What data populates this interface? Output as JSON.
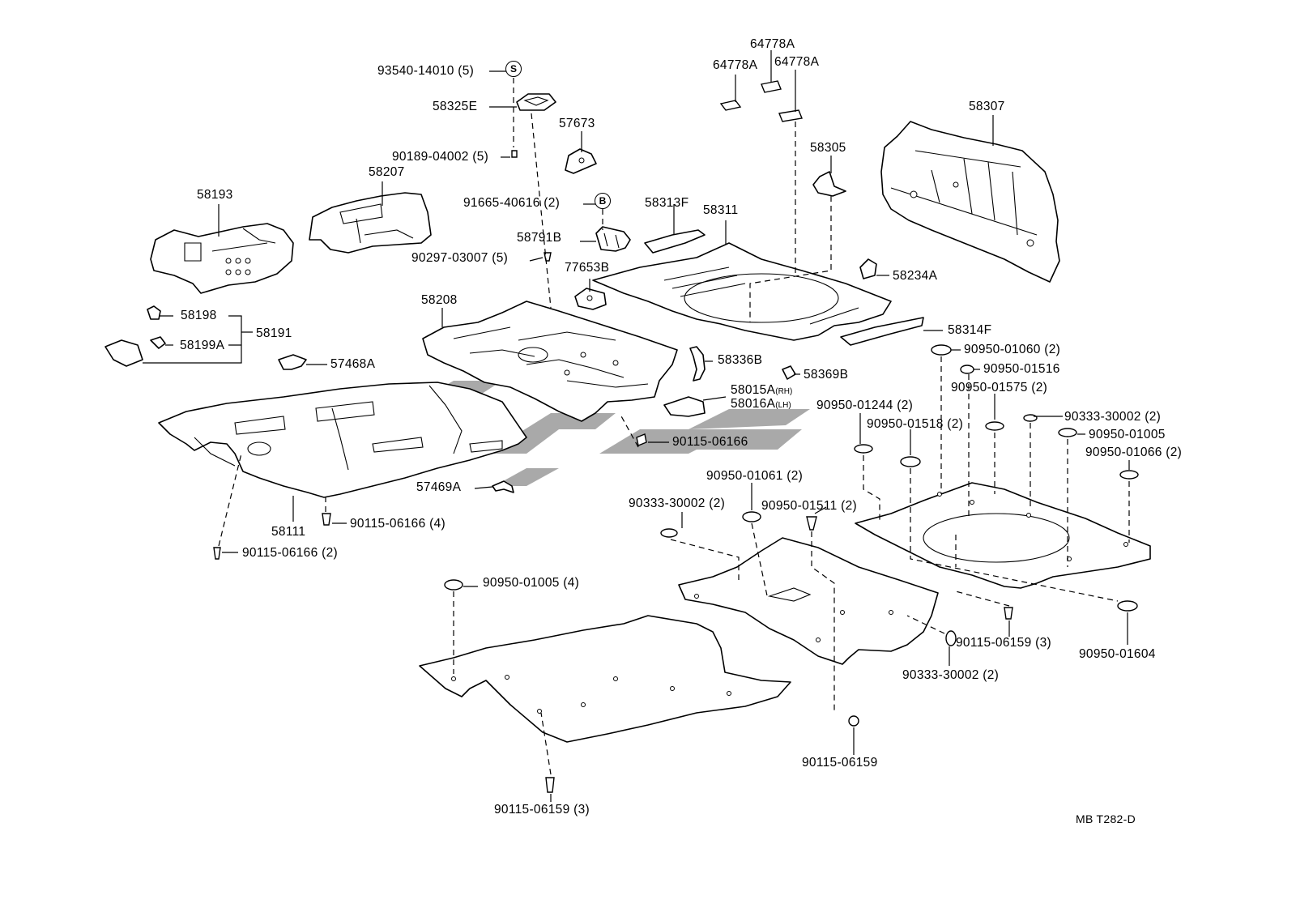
{
  "labels": {
    "p93540": "93540-14010 (5)",
    "p58325E": "58325E",
    "p57673": "57673",
    "p90189": "90189-04002 (5)",
    "p58207": "58207",
    "p58193": "58193",
    "p91665": "91665-40616 (2)",
    "p58791B": "58791B",
    "p90297": "90297-03007 (5)",
    "p77653B": "77653B",
    "p58208": "58208",
    "p58198": "58198",
    "p58199A": "58199A",
    "p58191": "58191",
    "p57468A": "57468A",
    "p58336B": "58336B",
    "p58369B": "58369B",
    "p58015A": "58015A",
    "p58015A_side": "(RH)",
    "p58016A": "58016A",
    "p58016A_side": "(LH)",
    "p90115_06166_a": "90115-06166",
    "p57469A": "57469A",
    "p58111": "58111",
    "p90115_06166_4": "90115-06166 (4)",
    "p90115_06166_2": "90115-06166 (2)",
    "p64778A_top": "64778A",
    "p64778A_left": "64778A",
    "p64778A_right": "64778A",
    "p58307": "58307",
    "p58305": "58305",
    "p58313F": "58313F",
    "p58311": "58311",
    "p58234A": "58234A",
    "p58314F": "58314F",
    "p90950_01060": "90950-01060 (2)",
    "p90950_01516": "90950-01516",
    "p90950_01575": "90950-01575 (2)",
    "p90950_01244": "90950-01244 (2)",
    "p90950_01518": "90950-01518 (2)",
    "p90333_30002_r": "90333-30002 (2)",
    "p90950_01005_r": "90950-01005",
    "p90950_01066": "90950-01066 (2)",
    "p90950_01061": "90950-01061 (2)",
    "p90333_30002_l": "90333-30002 (2)",
    "p90950_01511": "90950-01511 (2)",
    "p90950_01005_4": "90950-01005 (4)",
    "p90115_06159_3r": "90115-06159 (3)",
    "p90950_01604": "90950-01604",
    "p90333_30002_b": "90333-30002 (2)",
    "p90115_06159_c": "90115-06159",
    "p90115_06159_3b": "90115-06159 (3)",
    "code": "MB T282-D"
  },
  "callouts": {
    "s": "S",
    "b": "B"
  }
}
